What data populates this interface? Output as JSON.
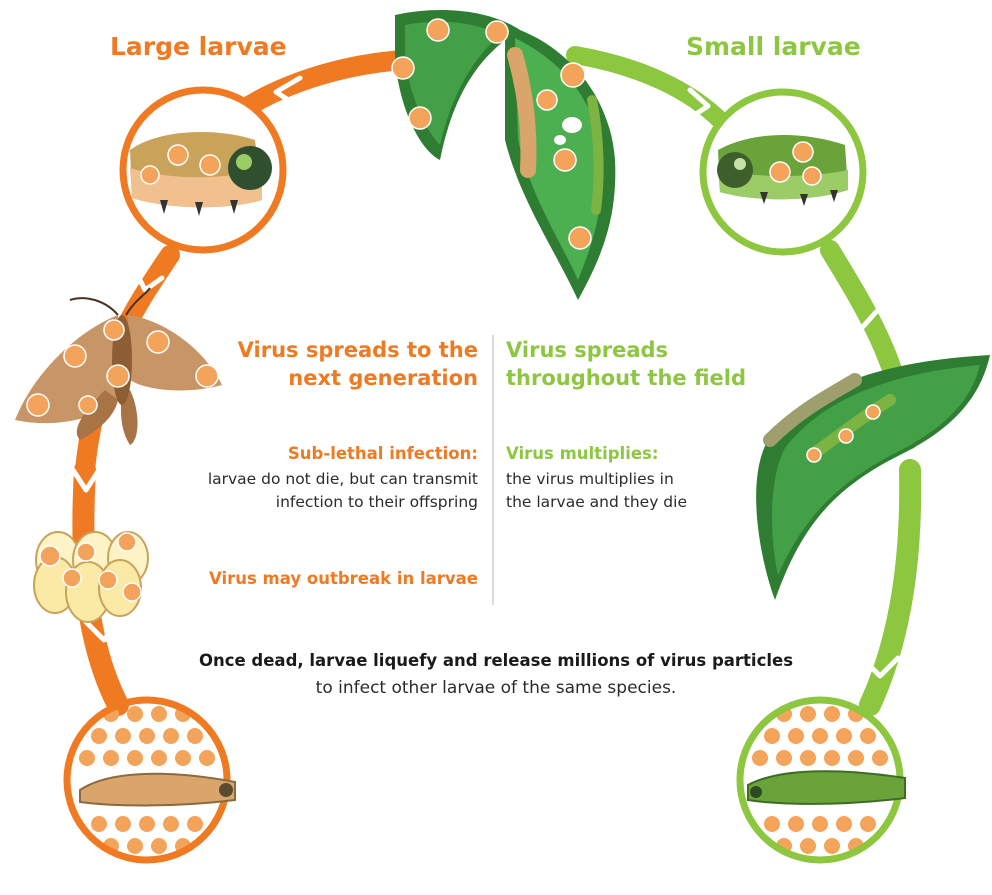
{
  "colors": {
    "orange": "#f07a22",
    "orange_dot": "#f4a35b",
    "green": "#8dc63f",
    "green_dark": "#3f8f2f",
    "divider": "#cfcfcf",
    "text": "#2b2b2b"
  },
  "cycle": {
    "large_label": "Large larvae",
    "small_label": "Small larvae"
  },
  "left_column": {
    "heading_line1": "Virus spreads to the",
    "heading_line2": "next generation",
    "subheading": "Sub-lethal infection:",
    "body_line1": "larvae do not die, but can transmit",
    "body_line2": "infection to their offspring",
    "outbreak": "Virus may outbreak in larvae"
  },
  "right_column": {
    "heading_line1": "Virus spreads",
    "heading_line2": "throughout the field",
    "subheading": "Virus multiplies:",
    "body_line1": "the virus multiplies in",
    "body_line2": "the larvae and they die"
  },
  "bottom": {
    "bold_line": "Once dead, larvae liquefy and release millions of virus particles",
    "regular_line": "to infect other larvae of the same species."
  },
  "illustrations": [
    "leaf-with-larvae",
    "large-larva-head",
    "small-larva-head",
    "infected-moth",
    "infected-eggs",
    "leaf-with-small-larvae",
    "dead-large-larva",
    "dead-small-larva"
  ]
}
